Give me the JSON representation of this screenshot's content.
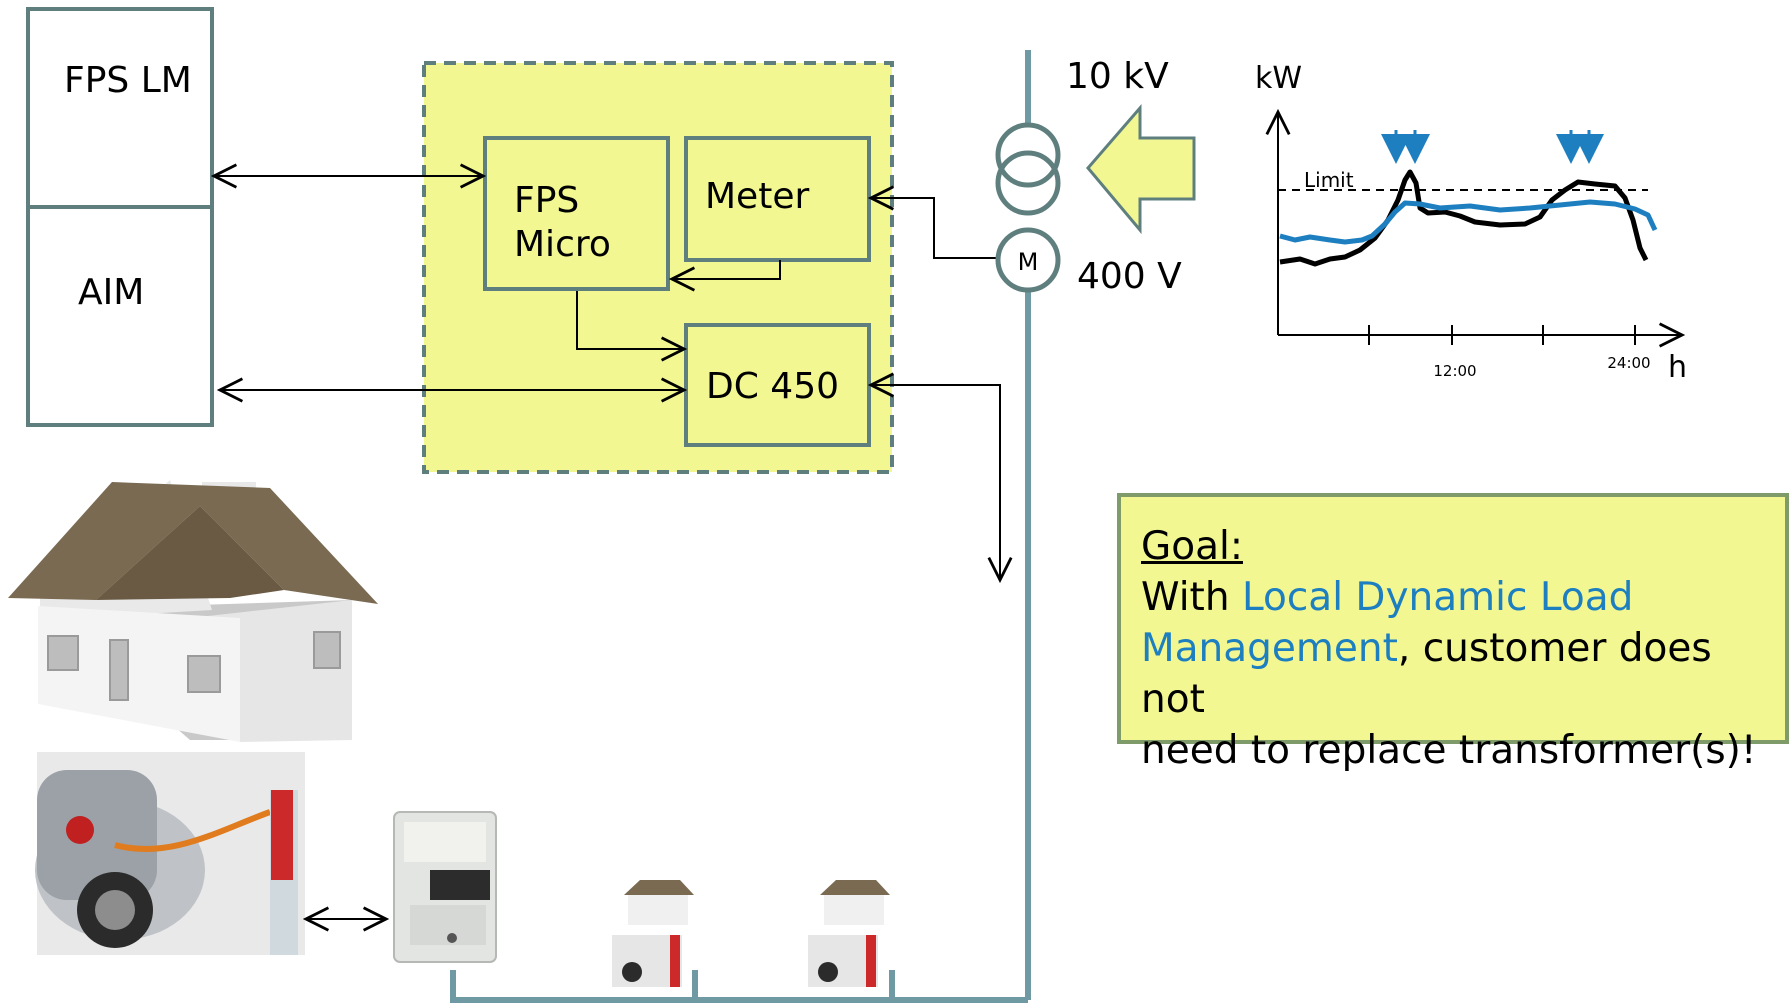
{
  "blocks": {
    "fps_lm": "FPS LM",
    "aim": "AIM",
    "fps_micro_line1": "FPS",
    "fps_micro_line2": "Micro",
    "meter": "Meter",
    "dc450": "DC 450"
  },
  "grid": {
    "medium_voltage": "10 kV",
    "low_voltage": "400 V",
    "meter_symbol": "M"
  },
  "goal": {
    "title": "Goal:",
    "text_before": "With ",
    "highlight_line1": "Local Dynamic Load",
    "highlight_line2": "Management",
    "text_after_line2": ", customer does not",
    "text_line3": "need to replace transformer(s)!"
  },
  "chart_data": {
    "type": "line",
    "ylabel": "kW",
    "xlabel": "h",
    "x_ticks": [
      "12:00",
      "24:00"
    ],
    "limit_label": "Limit",
    "series": [],
    "annotations": [
      "peak reduction arrows at demand peaks above limit"
    ]
  },
  "colors": {
    "block_fill": "#f2f791",
    "block_border": "#5f7f7f",
    "line": "#6f9aa3",
    "blue_curve": "#1d7fc0",
    "black_curve": "#000000"
  }
}
